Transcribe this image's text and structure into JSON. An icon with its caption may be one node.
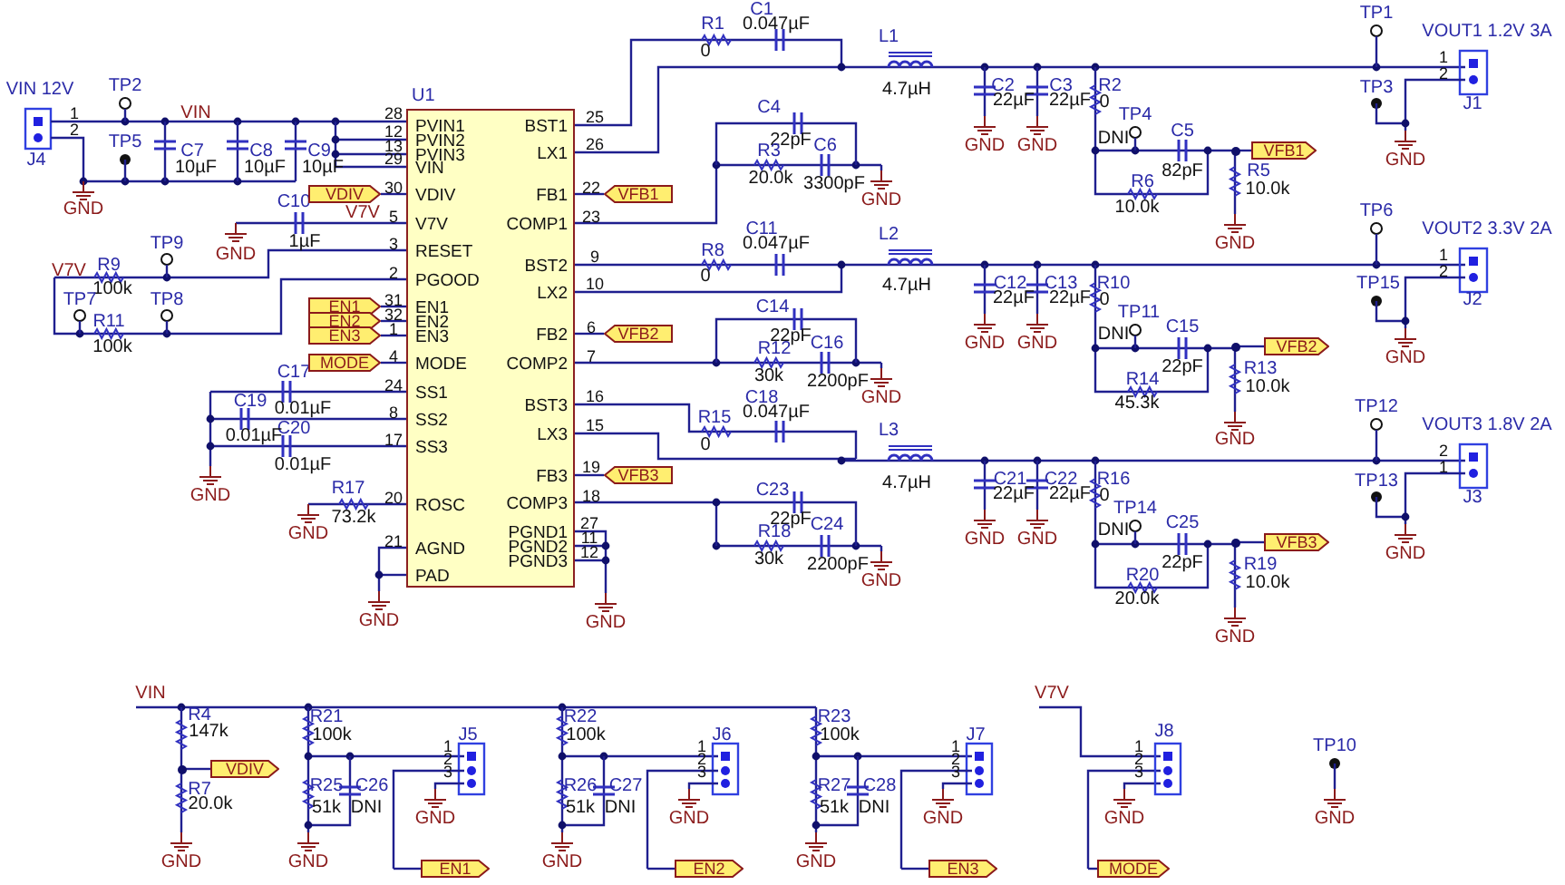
{
  "diagram": {
    "nodes": [
      {
        "text": [
          "U1",
          "PVIN1",
          "PVIN2",
          "PVIN3",
          "VIN",
          "VDIV",
          "V7V",
          "RESET",
          "PGOOD",
          "EN1",
          "EN2",
          "EN3",
          "MODE",
          "SS1",
          "SS2",
          "SS3",
          "ROSC",
          "AGND",
          "PAD",
          "BST1",
          "LX1",
          "FB1",
          "COMP1",
          "BST2",
          "LX2",
          "FB2",
          "COMP2",
          "BST3",
          "LX3",
          "FB3",
          "COMP3",
          "PGND1",
          "PGND2",
          "PGND3"
        ]
      },
      {
        "text": [
          "VDIV"
        ]
      },
      {
        "text": [
          "EN1"
        ]
      },
      {
        "text": [
          "EN2"
        ]
      },
      {
        "text": [
          "EN3"
        ]
      },
      {
        "text": [
          "MODE"
        ]
      },
      {
        "text": [
          "VFB1"
        ]
      },
      {
        "text": [
          "VFB2"
        ]
      },
      {
        "text": [
          "VFB3"
        ]
      },
      {
        "text": [
          "VFB1"
        ]
      },
      {
        "text": [
          "VFB2"
        ]
      },
      {
        "text": [
          "VFB3"
        ]
      },
      {
        "text": [
          "VDIV"
        ]
      },
      {
        "text": [
          "EN1"
        ]
      },
      {
        "text": [
          "EN2"
        ]
      },
      {
        "text": [
          "EN3"
        ]
      },
      {
        "text": [
          "MODE"
        ]
      },
      {
        "text": [],
        "shape": "circle"
      },
      {
        "text": [],
        "shape": "circle"
      },
      {
        "text": [],
        "shape": "circle"
      },
      {
        "text": [],
        "shape": "circle"
      }
    ],
    "edges": [
      {
        "from": 0,
        "to": 1,
        "arrow": "none"
      },
      {
        "from": 0,
        "to": 2,
        "arrow": "none"
      },
      {
        "from": 0,
        "to": 3,
        "arrow": "none"
      },
      {
        "from": 0,
        "to": 4,
        "arrow": "none"
      },
      {
        "from": 0,
        "to": 5,
        "arrow": "none"
      },
      {
        "from": 0,
        "to": 6,
        "arrow": "none"
      },
      {
        "from": 0,
        "to": 7,
        "arrow": "none"
      },
      {
        "from": 0,
        "to": 8,
        "arrow": "none"
      },
      {
        "from": 17,
        "to": 9,
        "arrow": "none"
      },
      {
        "from": 18,
        "to": 10,
        "arrow": "none"
      },
      {
        "from": 19,
        "to": 11,
        "arrow": "none"
      },
      {
        "from": 20,
        "to": 12,
        "arrow": "none"
      },
      {
        "from": null,
        "to": 13,
        "arrow": "none"
      },
      {
        "from": null,
        "to": 14,
        "arrow": "none"
      },
      {
        "from": null,
        "to": 15,
        "arrow": "none"
      },
      {
        "from": null,
        "to": 16,
        "arrow": "none"
      }
    ],
    "labels": [
      "VIN 12V",
      "TP2",
      "1",
      "2",
      "J4",
      "VIN",
      "TP5",
      "C7",
      "10µF",
      "C8",
      "10µF",
      "C9",
      "10µF",
      "GND",
      "C10",
      "V7V",
      "GND",
      "1µF",
      "TP9",
      "V7V",
      "R9",
      "100k",
      "TP7",
      "TP8",
      "R11",
      "100k",
      "C17",
      "C19",
      "0.01µF",
      "C20",
      "0.01µF",
      "0.01µF",
      "GND",
      "R17",
      "73.2k",
      "GND",
      "GND",
      "28",
      "12",
      "13",
      "29",
      "30",
      "5",
      "3",
      "2",
      "31",
      "32",
      "1",
      "4",
      "24",
      "8",
      "17",
      "20",
      "21",
      "25",
      "26",
      "22",
      "23",
      "9",
      "10",
      "6",
      "7",
      "16",
      "15",
      "19",
      "18",
      "27",
      "11",
      "12",
      "C1",
      "R1",
      "0.047µF",
      "0",
      "L1",
      "4.7µH",
      "C4",
      "22pF",
      "R3",
      "C6",
      "20.0k",
      "3300pF",
      "GND",
      "C2",
      "22µF",
      "GND",
      "C3",
      "22µF",
      "GND",
      "R2",
      "0",
      "TP4",
      "DNI",
      "C5",
      "82pF",
      "R6",
      "10.0k",
      "R5",
      "10.0k",
      "GND",
      "TP1",
      "VOUT1 1.2V 3A",
      "1",
      "2",
      "TP3",
      "J1",
      "GND",
      "C11",
      "0.047µF",
      "R8",
      "0",
      "L2",
      "4.7µH",
      "C14",
      "22pF",
      "R12",
      "C16",
      "30k",
      "2200pF",
      "GND",
      "C12",
      "22µF",
      "GND",
      "C13",
      "22µF",
      "GND",
      "R10",
      "0",
      "TP11",
      "DNI",
      "C15",
      "22pF",
      "R14",
      "45.3k",
      "R13",
      "10.0k",
      "GND",
      "TP6",
      "VOUT2 3.3V 2A",
      "1",
      "2",
      "TP15",
      "J2",
      "GND",
      "C18",
      "0.047µF",
      "R15",
      "0",
      "L3",
      "4.7µH",
      "C23",
      "22pF",
      "R18",
      "C24",
      "30k",
      "2200pF",
      "GND",
      "C21",
      "22µF",
      "GND",
      "C22",
      "22µF",
      "GND",
      "R16",
      "0",
      "TP14",
      "DNI",
      "C25",
      "22pF",
      "R20",
      "20.0k",
      "R19",
      "10.0k",
      "GND",
      "TP12",
      "VOUT3 1.8V 2A",
      "2",
      "1",
      "TP13",
      "J3",
      "GND",
      "GND",
      "VIN",
      "R4",
      "147k",
      "R7",
      "20.0k",
      "GND",
      "R21",
      "100k",
      "R25",
      "51k",
      "C26",
      "DNI",
      "GND",
      "J5",
      "1",
      "2",
      "3",
      "GND",
      "R22",
      "100k",
      "R26",
      "51k",
      "C27",
      "DNI",
      "GND",
      "J6",
      "1",
      "2",
      "3",
      "GND",
      "R23",
      "100k",
      "R27",
      "51k",
      "C28",
      "DNI",
      "GND",
      "J7",
      "1",
      "2",
      "3",
      "GND",
      "V7V",
      "J8",
      "1",
      "2",
      "3",
      "GND",
      "TP10",
      "GND"
    ]
  }
}
